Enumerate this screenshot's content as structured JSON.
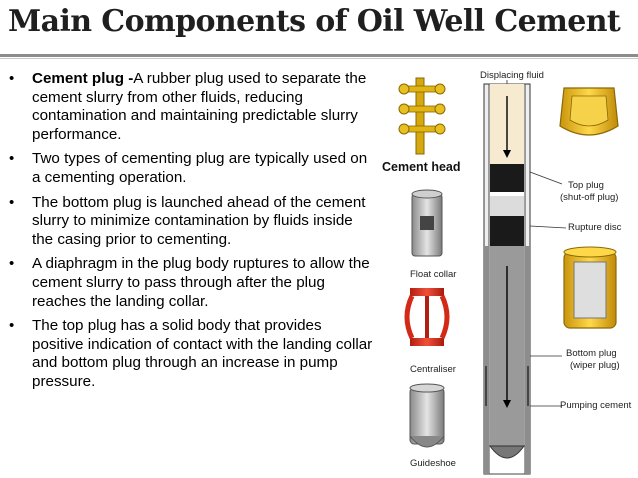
{
  "title": "Main Components of Oil Well Cement",
  "bullets": [
    {
      "lead": "Cement plug -",
      "text": "A rubber plug used to separate the cement slurry from other fluids, reducing contamination and maintaining predictable slurry performance."
    },
    {
      "lead": "",
      "text": "Two types of cementing plug are typically used on a cementing operation."
    },
    {
      "lead": "",
      "text": "The bottom plug is launched ahead of the cement slurry to minimize contamination by fluids inside the casing prior to cementing."
    },
    {
      "lead": "",
      "text": "A diaphragm in the plug body ruptures to allow the cement slurry to pass through after the plug reaches the landing collar."
    },
    {
      "lead": "",
      "text": "The top plug has a solid body that provides positive indication of contact with the landing collar and bottom plug through an increase in pump pressure."
    }
  ],
  "bullet_symbol": "•",
  "diagram_labels": {
    "displacing_fluid": "Displacing fluid",
    "cement_head": "Cement head",
    "top_plug": "Top plug",
    "top_plug_sub": "(shut-off plug)",
    "rupture_disc": "Rupture disc",
    "float_collar": "Float collar",
    "bottom_plug": "Bottom plug",
    "bottom_plug_sub": "(wiper plug)",
    "centraliser": "Centraliser",
    "pumping_cement": "Pumping cement",
    "guideshoe": "Guideshoe"
  },
  "colors": {
    "plug_yellow": "#f2c11a",
    "plug_rim": "#b88a0a",
    "centraliser_red": "#e2341e",
    "cement_grey": "#9a9a9a",
    "fluid_cream": "#f6ead0",
    "steel": "#b8b8b8"
  }
}
